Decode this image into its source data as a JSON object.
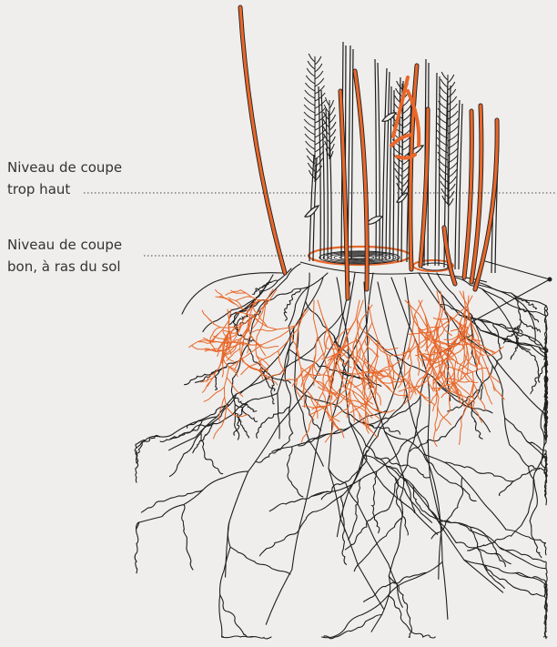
{
  "labels": {
    "cut_too_high_line1": "Niveau de coupe",
    "cut_too_high_line2": "trop haut",
    "cut_good_line1": "Niveau de coupe",
    "cut_good_line2": "bon, à ras du sol"
  },
  "colors": {
    "background": "#efeeec",
    "ink": "#1e1e1e",
    "accent": "#e8672a",
    "guide": "#444444"
  },
  "icons": {
    "plant": "grass-clump-with-roots-illustration"
  }
}
